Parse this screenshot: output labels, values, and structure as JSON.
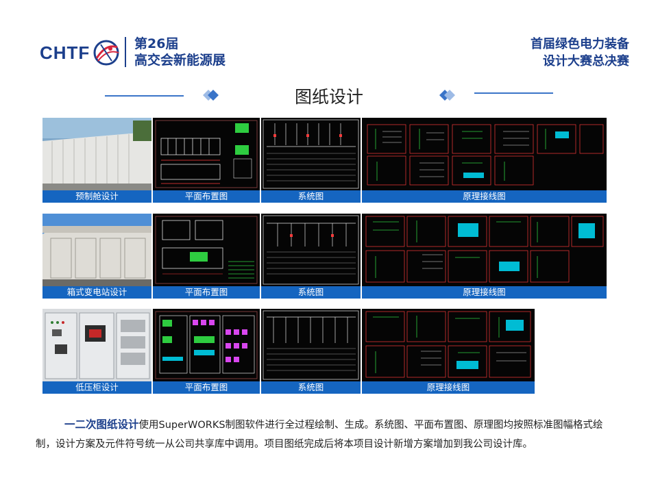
{
  "header": {
    "logo_text": "CHTF",
    "edition_line1": "第26届",
    "edition_line2": "高交会新能源展",
    "contest_line1": "首届绿色电力装备",
    "contest_line2": "设计大赛总决赛"
  },
  "section_title": "图纸设计",
  "rows": [
    {
      "captions": [
        "预制舱设计",
        "平面布置图",
        "系统图",
        "原理接线图"
      ]
    },
    {
      "captions": [
        "箱式变电站设计",
        "平面布置图",
        "系统图",
        "原理接线图"
      ]
    },
    {
      "captions": [
        "低压柜设计",
        "平面布置图",
        "系统图",
        "原理接线图"
      ]
    }
  ],
  "description": {
    "lead": "一二次图纸设计",
    "text": "使用SuperWORKS制图软件进行全过程绘制、生成。系统图、平面布置图、原理图均按照标准图幅格式绘制，设计方案及元件符号统一从公司共享库中调用。项目图纸完成后将本项目设计新增方案增加到我公司设计库。"
  },
  "colors": {
    "brand_blue": "#1c3f8c",
    "caption_blue": "#1565c0",
    "cad_background": "#050505"
  }
}
